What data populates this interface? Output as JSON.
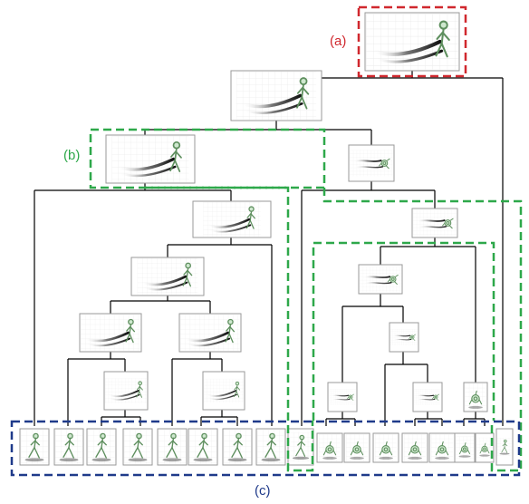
{
  "labels": {
    "a": "(a)",
    "b": "(b)",
    "c": "(c)"
  },
  "colors": {
    "a": "#d0282e",
    "b": "#2ea84a",
    "c": "#1f3a8a",
    "tree_line": "#000000",
    "thumb_border": "#9a9a9a",
    "figure": "#5e8f5e",
    "figure_fill": "#cfe8cf"
  },
  "thumbnail_kinds": [
    "walk-trail",
    "crawl-trail",
    "walk-pose",
    "crawl-pose"
  ]
}
